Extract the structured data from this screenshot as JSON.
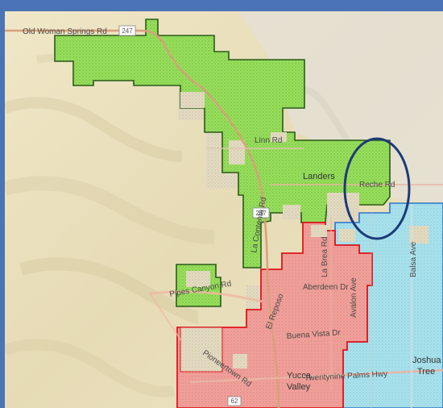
{
  "map": {
    "labels": {
      "old_woman_springs_rd": "Old Woman Springs Rd",
      "shield_247_top": "247",
      "shield_247_mid": "247",
      "shield_62": "62",
      "linn_rd": "Linn Rd",
      "landers": "Landers",
      "reche_rd": "Reche Rd",
      "pipes_canyon_rd": "Pipes Canyon Rd",
      "la_brea_rd": "La Brea Rd",
      "aberdeen_dr": "Aberdeen Dr",
      "buena_vista_dr": "Buena Vista Dr",
      "twentynine_palms_hwy": "Twentynine Palms Hwy",
      "yucca": "Yucca",
      "valley": "Valley",
      "joshua": "Joshua",
      "tree": "Tree",
      "avalon_ave": "Avalon Ave",
      "balsa_ave": "Balsa Ave",
      "el_reposo": "El Reposo",
      "pioneertown_rd": "Pioneertown Rd",
      "la_contenta_rd": "La Contenta Rd"
    },
    "colors": {
      "terrain": "#ece2c0",
      "green_zone": "#97e05a",
      "green_border": "#2b5b1a",
      "red_zone": "#f2a09a",
      "red_border": "#e0141c",
      "blue_zone": "#a9e3ee",
      "blue_border": "#2c74c9",
      "highlight_ellipse": "#1c3a78",
      "frame": "#4a74b5"
    }
  }
}
